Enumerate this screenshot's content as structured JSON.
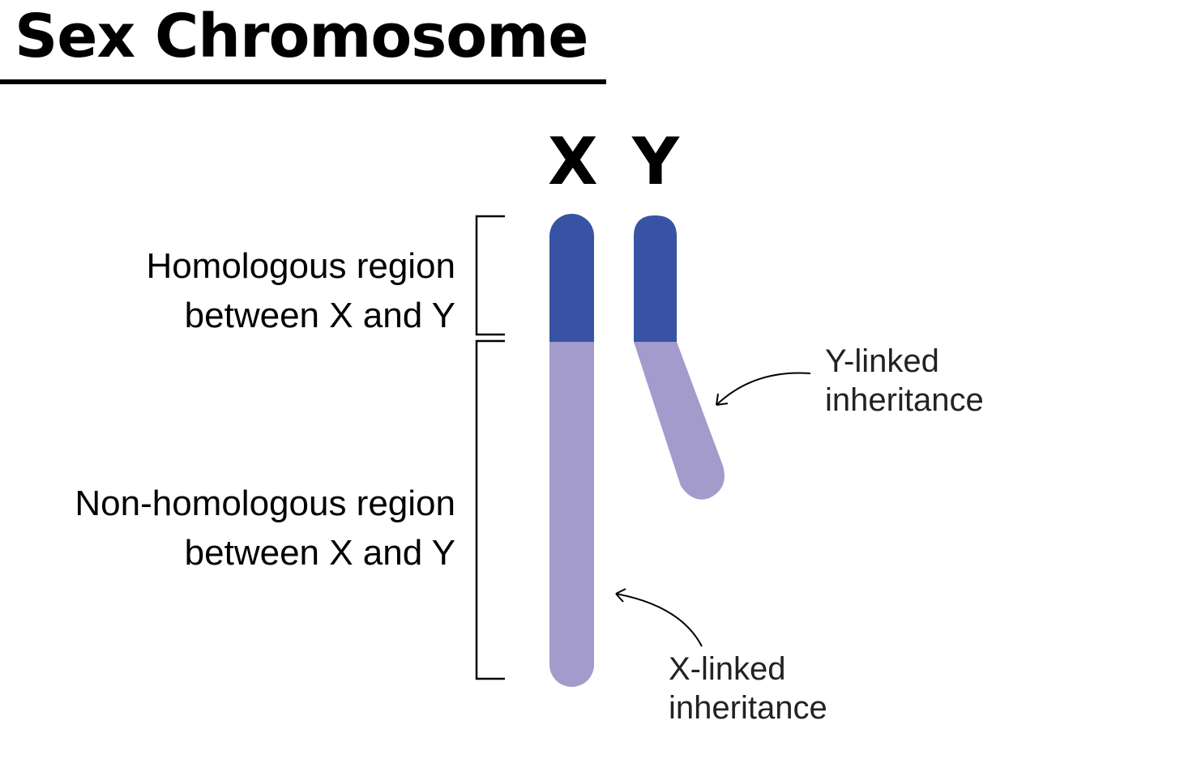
{
  "title": "Sex Chromosome",
  "chromosomes": {
    "x_label": "X",
    "y_label": "Y"
  },
  "regions": {
    "homologous": {
      "line1": "Homologous region",
      "line2": "between X and Y"
    },
    "non_homologous": {
      "line1": "Non-homologous region",
      "line2": "between X and Y"
    }
  },
  "annotations": {
    "y_linked": {
      "line1": "Y-linked",
      "line2": "inheritance"
    },
    "x_linked": {
      "line1": "X-linked",
      "line2": "inheritance"
    }
  },
  "colors": {
    "homologous_region": "#3853a4",
    "non_homologous_region": "#a29bcb",
    "text": "#000000"
  }
}
